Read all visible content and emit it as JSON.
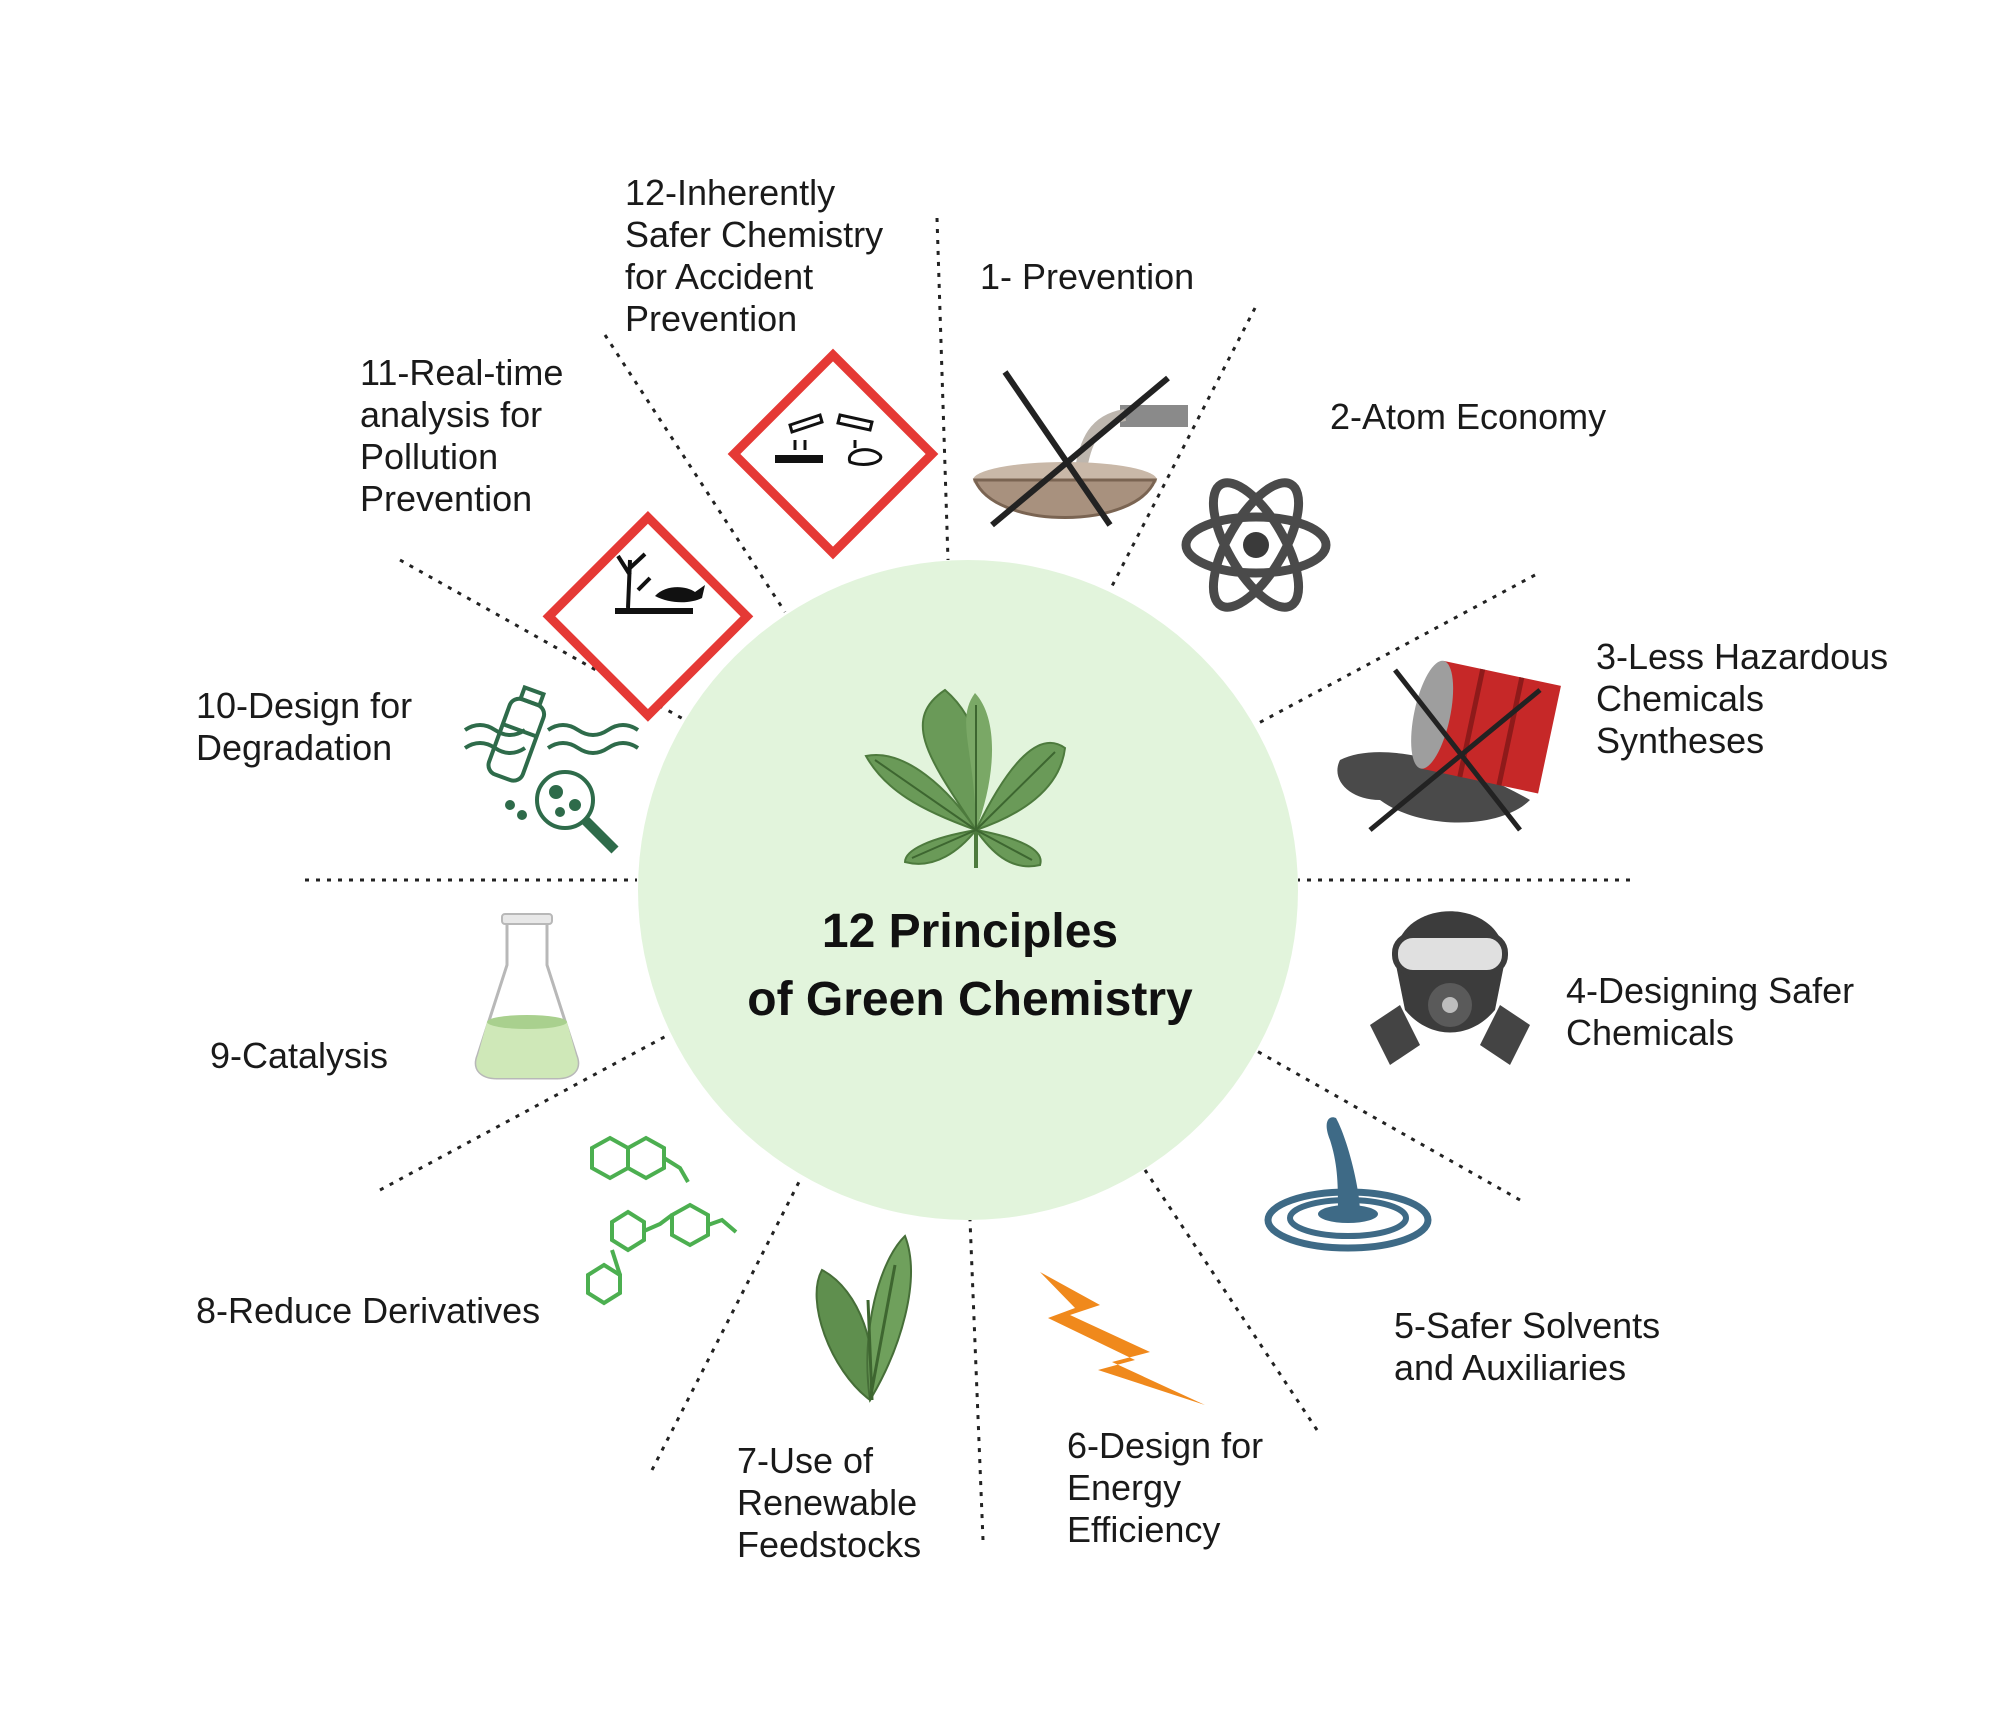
{
  "title": {
    "line1": "12 Principles",
    "line2": "of Green Chemistry"
  },
  "principles": [
    {
      "label": "1- Prevention",
      "icon": "no-pouring-icon"
    },
    {
      "label": "2-Atom Economy",
      "icon": "atom-icon"
    },
    {
      "label": "3-Less Hazardous\nChemicals\nSyntheses",
      "icon": "crossed-barrel-spill-icon"
    },
    {
      "label": "4-Designing Safer\nChemicals",
      "icon": "gas-mask-icon"
    },
    {
      "label": "5-Safer Solvents\n and Auxiliaries",
      "icon": "water-drop-icon"
    },
    {
      "label": "6-Design for\nEnergy\nEfficiency",
      "icon": "lightning-icon"
    },
    {
      "label": "7-Use of\nRenewable\nFeedstocks",
      "icon": "plant-leaves-icon"
    },
    {
      "label": "8-Reduce Derivatives",
      "icon": "molecules-icon"
    },
    {
      "label": "9-Catalysis",
      "icon": "flask-icon"
    },
    {
      "label": "10-Design for\nDegradation",
      "icon": "bottle-degradation-icon"
    },
    {
      "label": "11-Real-time\nanalysis for\nPollution\nPrevention",
      "icon": "environmental-hazard-icon"
    },
    {
      "label": "12-Inherently\nSafer Chemistry\nfor Accident\nPrevention",
      "icon": "corrosive-hazard-icon"
    }
  ],
  "colors": {
    "center_circle": "#e2f4dc",
    "leaf": "#6a9a58",
    "hazard_red": "#e53935",
    "atom_gray": "#4a4a4a",
    "barrel_red": "#c62828",
    "solvent_blue": "#3e6a86",
    "lightning_orange": "#f0891c",
    "molecule_green": "#4caf50",
    "degradation_green": "#2e6b4a",
    "flask_liquid": "#cfe8b8"
  }
}
